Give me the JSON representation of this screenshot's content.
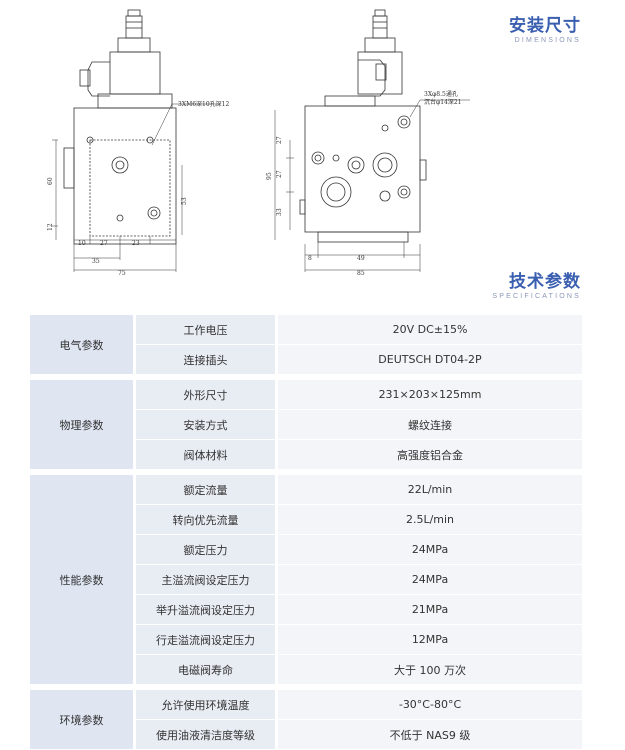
{
  "sections": {
    "dimensions": {
      "title": "安装尺寸",
      "subtitle": "DIMENSIONS"
    },
    "specifications": {
      "title": "技术参数",
      "subtitle": "SPECIFICATIONS"
    }
  },
  "drawing_labels": {
    "left_note": "3XM6深10孔深12",
    "right_note_1": "3Xφ8.5通孔",
    "right_note_2": "沉台φ14深21",
    "left": {
      "d60": "60",
      "d12": "12",
      "d53": "53",
      "d10": "10",
      "d27": "27",
      "d23": "23",
      "d35": "35",
      "d75": "75"
    },
    "right": {
      "d27a": "27",
      "d95": "95",
      "d27b": "27",
      "d33": "33",
      "d8": "8",
      "d49": "49",
      "d85": "85"
    }
  },
  "spec_groups": [
    {
      "category": "电气参数",
      "rows": [
        {
          "param": "工作电压",
          "value": "20V    DC±15%"
        },
        {
          "param": "连接插头",
          "value": "DEUTSCH DT04-2P"
        }
      ]
    },
    {
      "category": "物理参数",
      "rows": [
        {
          "param": "外形尺寸",
          "value": "231×203×125mm"
        },
        {
          "param": "安装方式",
          "value": "螺纹连接"
        },
        {
          "param": "阀体材料",
          "value": "高强度铝合金"
        }
      ]
    },
    {
      "category": "性能参数",
      "rows": [
        {
          "param": "额定流量",
          "value": "22L/min"
        },
        {
          "param": "转向优先流量",
          "value": "2.5L/min"
        },
        {
          "param": "额定压力",
          "value": "24MPa"
        },
        {
          "param": "主溢流阀设定压力",
          "value": "24MPa"
        },
        {
          "param": "举升溢流阀设定压力",
          "value": "21MPa"
        },
        {
          "param": "行走溢流阀设定压力",
          "value": "12MPa"
        },
        {
          "param": "电磁阀寿命",
          "value": "大于 100 万次"
        }
      ]
    },
    {
      "category": "环境参数",
      "rows": [
        {
          "param": "允许使用环境温度",
          "value": "-30°C-80°C"
        },
        {
          "param": "使用油液清洁度等级",
          "value": "不低于 NAS9 级"
        }
      ]
    }
  ]
}
